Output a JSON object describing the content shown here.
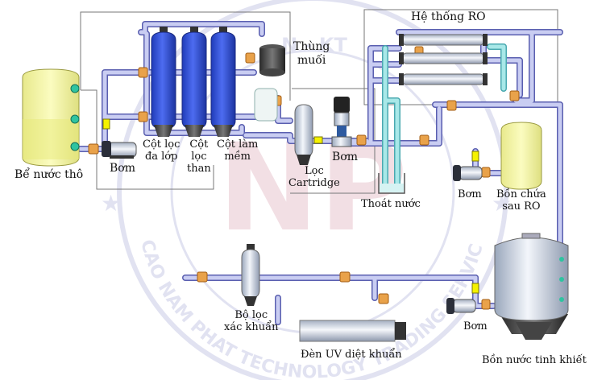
{
  "labels": {
    "raw_tank": "Bể nước thô",
    "pump1": "Bơm",
    "multimedia_column": [
      "Cột lọc",
      "đa lớp"
    ],
    "carbon_column": [
      "Cột",
      "lọc",
      "than"
    ],
    "softener_column": [
      "Cột làm",
      "mềm"
    ],
    "salt_tank": [
      "Thùng",
      "muối"
    ],
    "cartridge_filter": [
      "Lọc",
      "Cartridge"
    ],
    "pump2": "Bơm",
    "ro_system": "Hệ thống RO",
    "drain": "Thoát nước",
    "pump3": "Bơm",
    "ro_tank": [
      "Bồn chứa",
      "sau RO"
    ],
    "pure_tank": "Bồn nước tinh khiết",
    "pump4": "Bơm",
    "sterile_filter": [
      "Bộ lọc",
      "xác khuẩn"
    ],
    "uv_lamp": "Đèn UV diệt khuẩn"
  },
  "watermark": {
    "ring_text": "CAO NAM PHAT TECHNOLOGY TRADING SERVICE CORPORATION",
    "top_text": "N - KT",
    "center_text": "NP"
  },
  "colors": {
    "pipe_fill": "#c9cdf2",
    "pipe_edge": "#5a5fb0",
    "column_blue": "#3b57d8",
    "tank_yellow": "#f3f4a0",
    "ro_pipe": "#a8e8e8",
    "valve_orange": "#e9a24a",
    "watermark": "#c9cce6"
  }
}
